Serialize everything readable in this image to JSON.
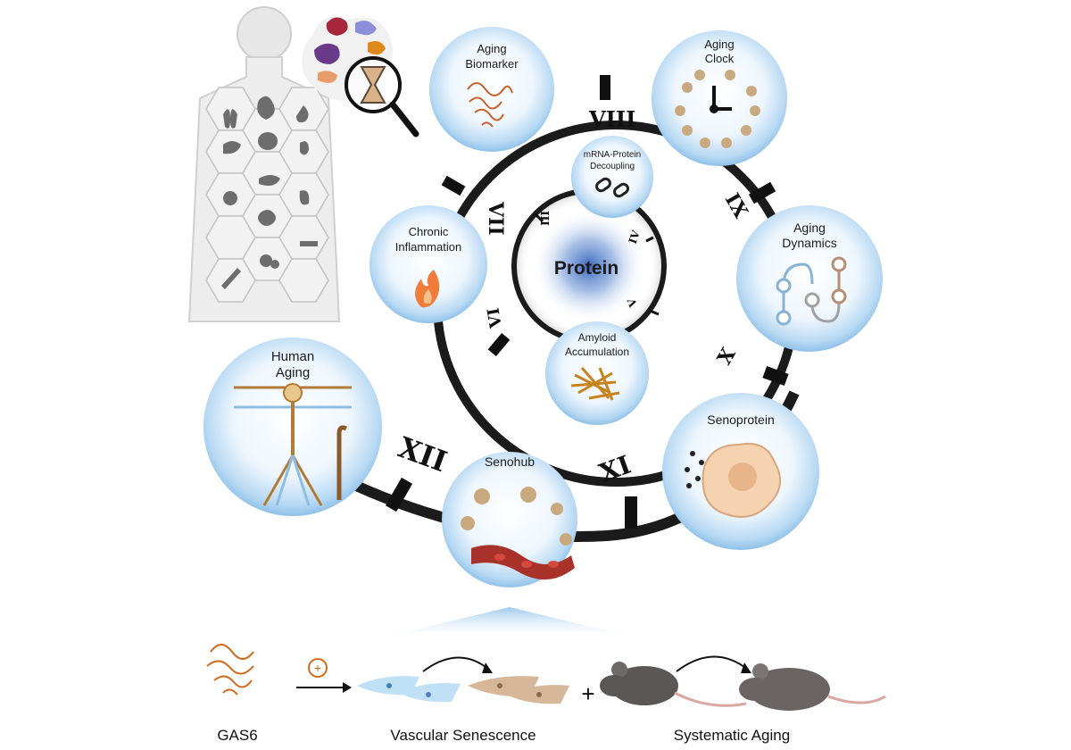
{
  "center": {
    "label": "Protein"
  },
  "nodes": {
    "aging_biomarker": {
      "line1": "Aging",
      "line2": "Biomarker"
    },
    "aging_clock": {
      "line1": "Aging",
      "line2": "Clock"
    },
    "mrna_protein": {
      "line1": "mRNA-Protein",
      "line2": "Decoupling"
    },
    "chronic_inflammation": {
      "line1": "Chronic",
      "line2": "Inflammation"
    },
    "aging_dynamics": {
      "line1": "Aging",
      "line2": "Dynamics"
    },
    "amyloid": {
      "line1": "Amyloid",
      "line2": "Accumulation"
    },
    "human_aging": {
      "line1": "Human",
      "line2": "Aging"
    },
    "senoprotein": {
      "line1": "Senoprotein"
    },
    "senohub": {
      "line1": "Senohub"
    }
  },
  "outer_numerals": [
    "VII",
    "VIII",
    "IX",
    "X",
    "XI",
    "XII",
    "VI"
  ],
  "inner_numerals": [
    "III",
    "IV",
    "V"
  ],
  "bottom": {
    "gas6": "GAS6",
    "vascular": "Vascular Senescence",
    "systematic": "Systematic Aging",
    "plus_symbol": "+",
    "plus_circle": "+"
  },
  "colors": {
    "bubble_center": "#ffffff",
    "bubble_edge": "#9fcbee",
    "ring": "#1b1b1b",
    "protein_blue": "#3b6fc4",
    "orange": "#d9772e",
    "tan": "#c9a97f",
    "blood": "#a8322a"
  }
}
